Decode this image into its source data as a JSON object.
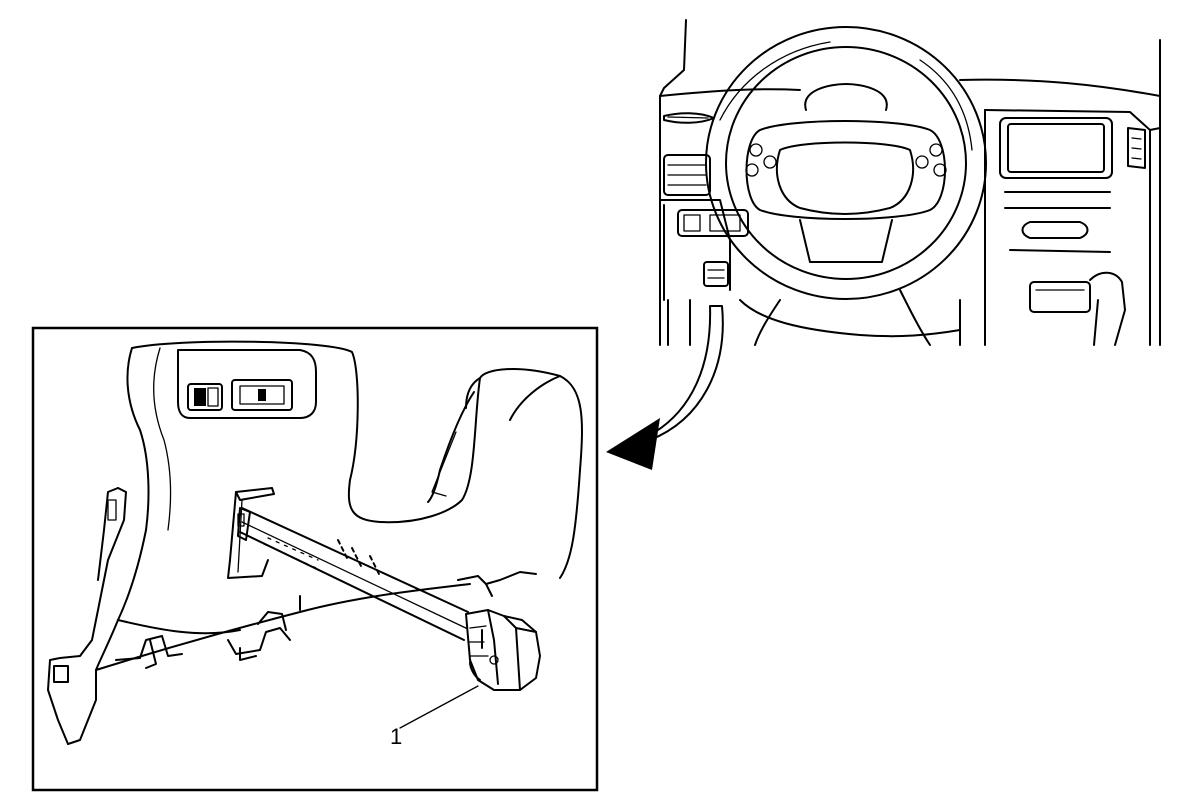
{
  "callouts": [
    {
      "id": "1",
      "label": "1"
    }
  ],
  "icons": {
    "overview": "vehicle-interior-dashboard-illustration",
    "detail": "knee-bolster-trim-panel-with-switch-module",
    "arrow": "curved-pointer-arrow"
  }
}
